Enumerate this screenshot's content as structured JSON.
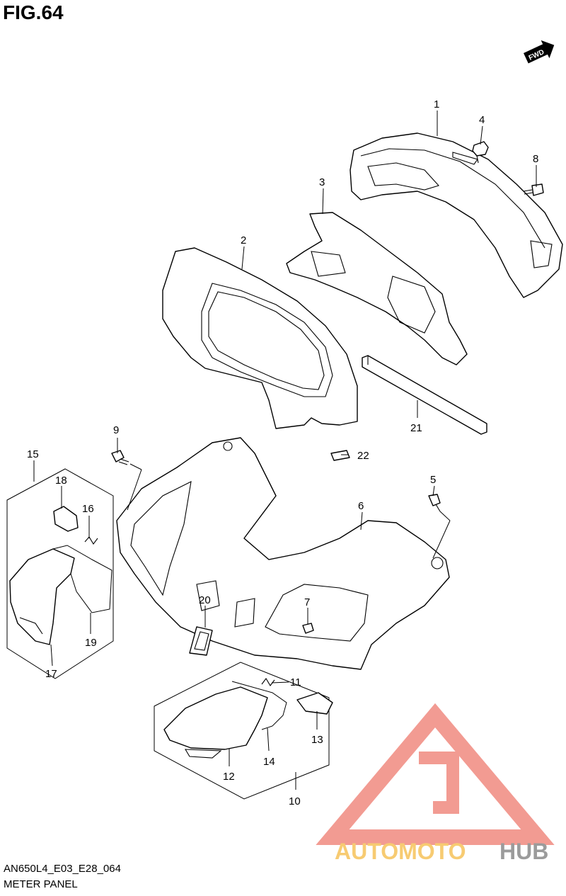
{
  "figure": {
    "title": "FIG.64",
    "code": "AN650L4_E03_E28_064",
    "name": "METER PANEL",
    "fwd_label": "FWD"
  },
  "callouts": [
    "1",
    "2",
    "3",
    "4",
    "5",
    "6",
    "7",
    "8",
    "9",
    "10",
    "11",
    "12",
    "13",
    "14",
    "15",
    "16",
    "17",
    "18",
    "19",
    "20",
    "21",
    "22"
  ],
  "watermark": {
    "part1": "AUTOMOTO",
    "part2": "HUB",
    "color_main": "#f08a80",
    "color_accent": "#f6c35a",
    "color_dark": "#8a8a8a"
  }
}
